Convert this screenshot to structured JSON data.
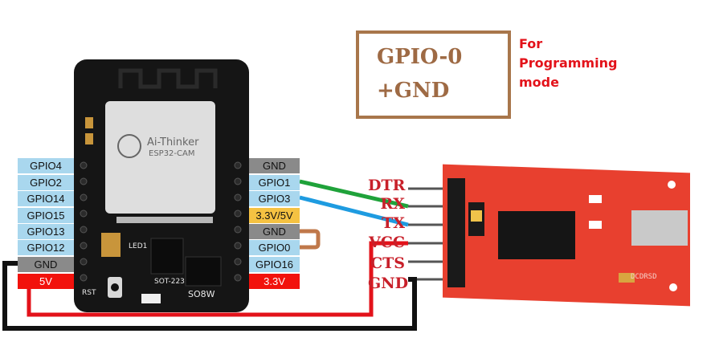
{
  "esp32_cam": {
    "brand": "Ai-Thinker",
    "model": "ESP32-CAM",
    "led_label": "LED1",
    "rst_label": "RST",
    "chip_label": "SOT-223",
    "sw_label": "SO8W",
    "left_pins": [
      "GPIO4",
      "GPIO2",
      "GPIO14",
      "GPIO15",
      "GPIO13",
      "GPIO12",
      "GND",
      "5V"
    ],
    "right_pins": [
      "GND",
      "GPIO1",
      "GPIO3",
      "3.3V/5V",
      "GND",
      "GPIO0",
      "GPIO16",
      "3.3V"
    ]
  },
  "ftdi_pins": [
    "DTR",
    "RX",
    "TX",
    "VCC",
    "CTS",
    "GND"
  ],
  "note": {
    "line1": "GPIO-0",
    "line2": "+GND",
    "side_line1": "For",
    "side_line2": "Programming",
    "side_line3": "mode"
  },
  "wire_colors": {
    "gpio1_to_rx": "#1fa23a",
    "gpio3_to_tx": "#1e9be0",
    "power_5v": "#e3121a",
    "ground": "#111111",
    "gpio0_gnd_jumper": "#c0784a"
  }
}
